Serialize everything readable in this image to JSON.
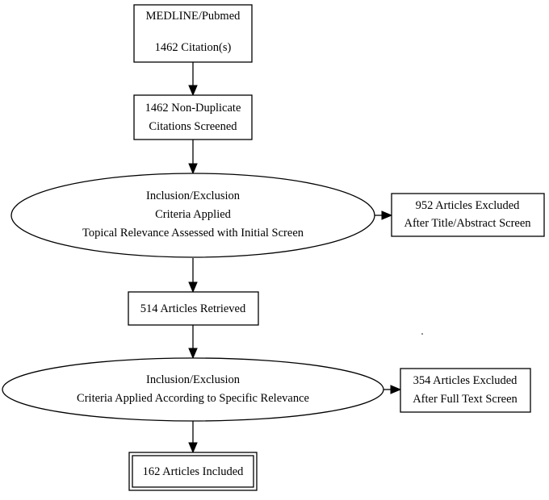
{
  "nodes": {
    "source": {
      "line1": "MEDLINE/Pubmed",
      "line2": "1462 Citation(s)"
    },
    "screened": {
      "line1": "1462 Non-Duplicate",
      "line2": "Citations Screened"
    },
    "criteria_initial": {
      "line1": "Inclusion/Exclusion",
      "line2": "Criteria Applied",
      "line3": "Topical Relevance Assessed with Initial Screen"
    },
    "excluded_title": {
      "line1": "952 Articles Excluded",
      "line2": "After Title/Abstract Screen"
    },
    "retrieved": {
      "line1": "514 Articles Retrieved"
    },
    "criteria_specific": {
      "line1": "Inclusion/Exclusion",
      "line2": "Criteria Applied According to Specific Relevance"
    },
    "excluded_fulltext": {
      "line1": "354 Articles Excluded",
      "line2": "After Full Text Screen"
    },
    "included": {
      "line1": "162 Articles Included"
    }
  },
  "colors": {
    "stroke": "#000000",
    "fill": "#ffffff",
    "text": "#000000"
  }
}
